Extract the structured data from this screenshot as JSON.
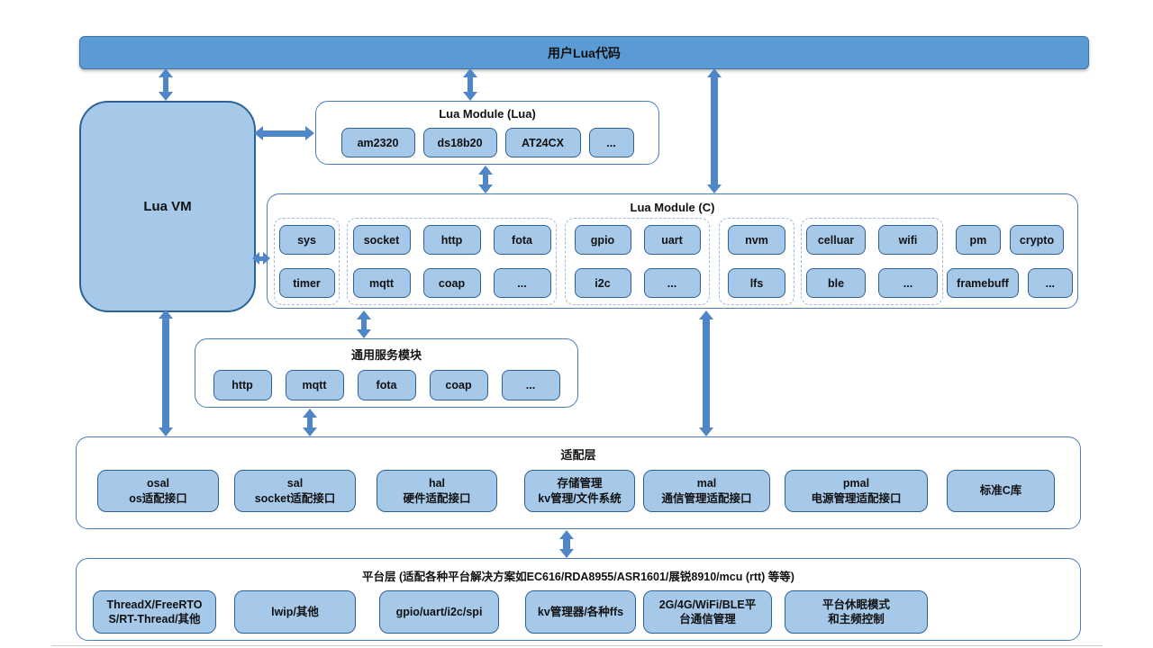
{
  "title_bar": {
    "label": "用户Lua代码"
  },
  "lua_vm": {
    "label": "Lua VM"
  },
  "lua_module_lua": {
    "title": "Lua Module (Lua)",
    "chips": [
      "am2320",
      "ds18b20",
      "AT24CX",
      "..."
    ]
  },
  "lua_module_c": {
    "title": "Lua Module (C)",
    "groups": [
      {
        "dashed": true,
        "rows": [
          [
            "sys"
          ],
          [
            "timer"
          ]
        ]
      },
      {
        "dashed": true,
        "rows": [
          [
            "socket",
            "http",
            "fota"
          ],
          [
            "mqtt",
            "coap",
            "..."
          ]
        ]
      },
      {
        "dashed": true,
        "rows": [
          [
            "gpio",
            "uart"
          ],
          [
            "i2c",
            "..."
          ]
        ]
      },
      {
        "dashed": true,
        "rows": [
          [
            "nvm"
          ],
          [
            "lfs"
          ]
        ]
      },
      {
        "dashed": true,
        "rows": [
          [
            "celluar",
            "wifi"
          ],
          [
            "ble",
            "..."
          ]
        ]
      },
      {
        "dashed": false,
        "rows": [
          [
            "pm",
            "crypto"
          ],
          [
            "framebuff",
            "..."
          ]
        ]
      }
    ]
  },
  "common_services": {
    "title": "通用服务模块",
    "chips": [
      "http",
      "mqtt",
      "fota",
      "coap",
      "..."
    ]
  },
  "adapter_layer": {
    "title": "适配层",
    "boxes": [
      {
        "line1": "osal",
        "line2": "os适配接口"
      },
      {
        "line1": "sal",
        "line2": "socket适配接口"
      },
      {
        "line1": "hal",
        "line2": "硬件适配接口"
      },
      {
        "line1": "存储管理",
        "line2": "kv管理/文件系统"
      },
      {
        "line1": "mal",
        "line2": "通信管理适配接口"
      },
      {
        "line1": "pmal",
        "line2": "电源管理适配接口"
      },
      {
        "line1": "标准C库",
        "line2": ""
      }
    ]
  },
  "platform_layer": {
    "title": "平台层 (适配各种平台解决方案如EC616/RDA8955/ASR1601/展锐8910/mcu (rtt) 等等)",
    "boxes": [
      "ThreadX/FreeRTO\nS/RT-Thread/其他",
      "lwip/其他",
      "gpio/uart/i2c/spi",
      "kv管理器/各种ffs",
      "2G/4G/WiFi/BLE平\n台通信管理",
      "平台休眠模式\n和主频控制"
    ]
  },
  "colors": {
    "bar_fill": "#5b9bd5",
    "box_fill": "#a6c8e9",
    "box_border": "#2e6295",
    "frame_border": "#4a7ebb",
    "arrow": "#4e86c8",
    "dashed_border": "#9fb9e0"
  }
}
